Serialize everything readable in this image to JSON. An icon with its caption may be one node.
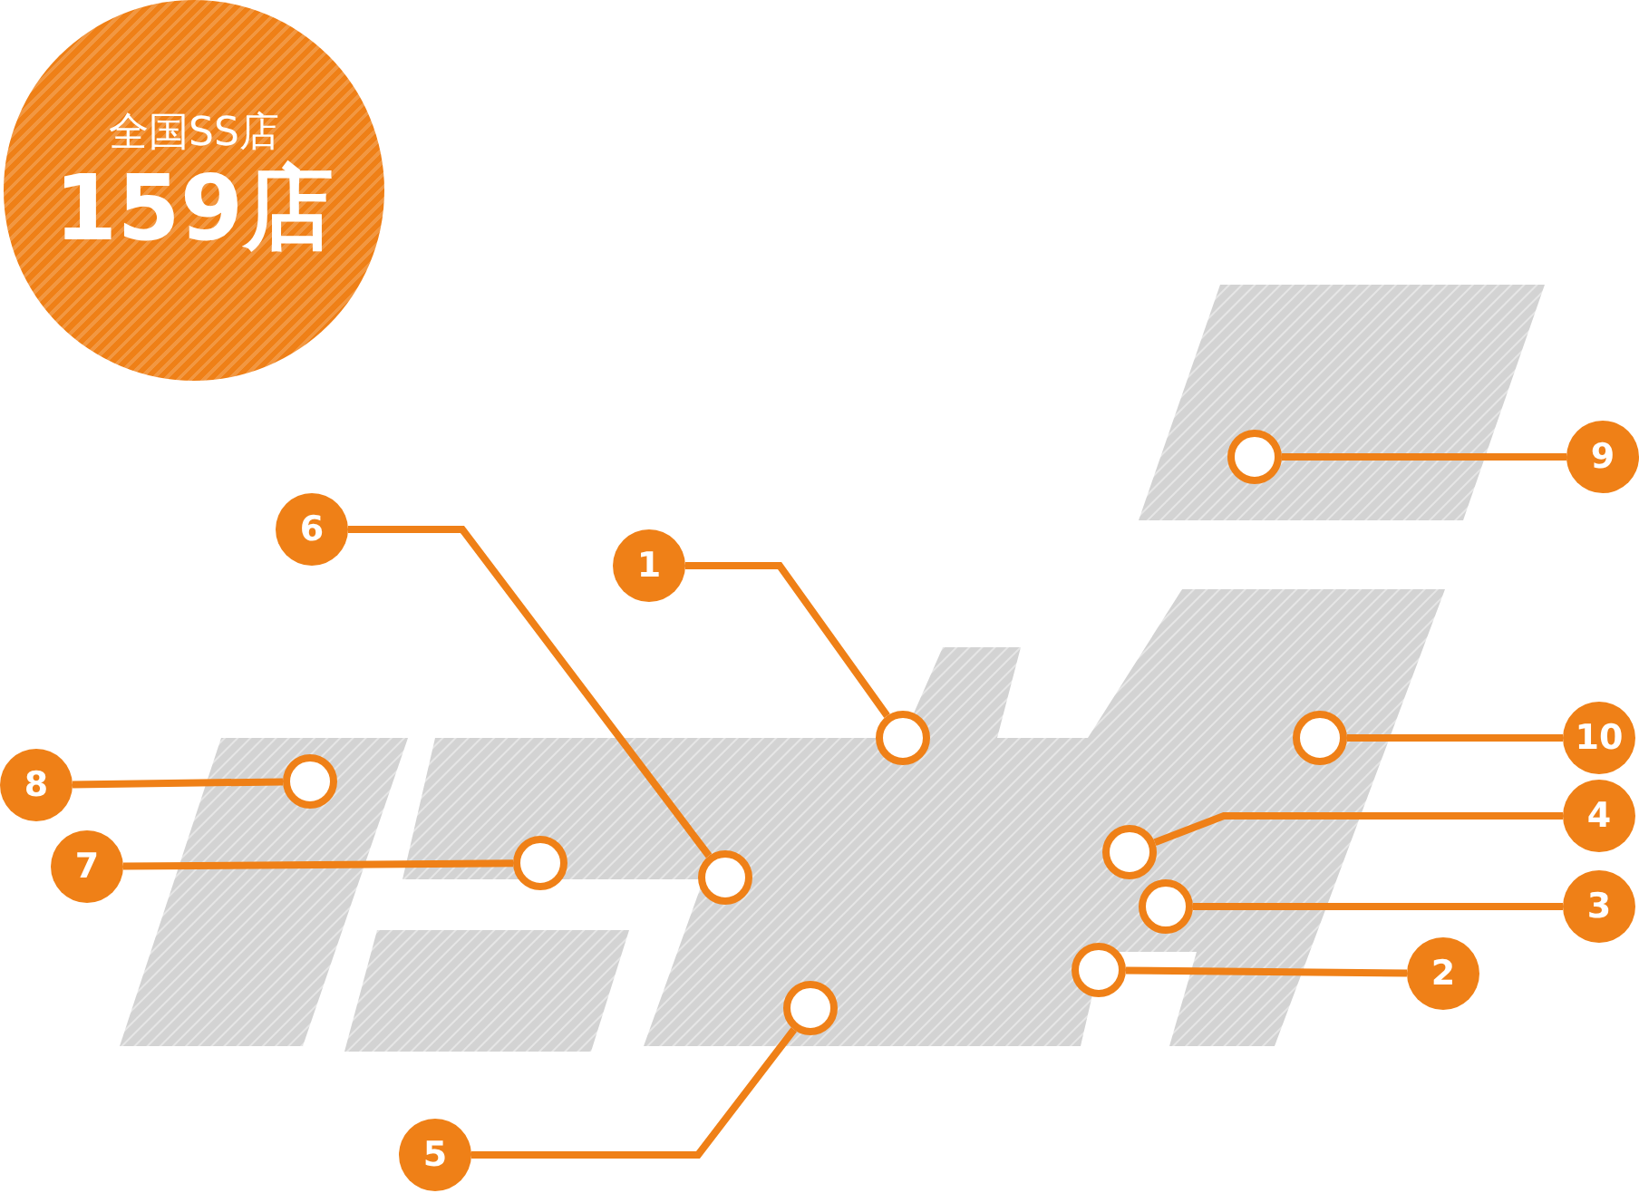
{
  "diagram": {
    "nodes": [
      {
        "text": [
          "全国SS店",
          "159店"
        ]
      },
      {
        "text": [
          "9"
        ]
      },
      {
        "text": [
          "6"
        ]
      },
      {
        "text": [
          "1"
        ]
      },
      {
        "text": [
          "10"
        ]
      },
      {
        "text": [
          "8"
        ]
      },
      {
        "text": [
          "4"
        ]
      },
      {
        "text": [
          "7"
        ]
      },
      {
        "text": [
          "3"
        ]
      },
      {
        "text": [
          "2"
        ]
      },
      {
        "text": [
          "5"
        ]
      },
      {
        "text": [],
        "shape": "circle"
      },
      {
        "text": [],
        "shape": "circle"
      },
      {
        "text": [],
        "shape": "circle"
      },
      {
        "text": [],
        "shape": "circle"
      },
      {
        "text": [],
        "shape": "circle"
      },
      {
        "text": [],
        "shape": "circle"
      },
      {
        "text": [],
        "shape": "circle"
      },
      {
        "text": [],
        "shape": "circle"
      },
      {
        "text": [],
        "shape": "circle"
      },
      {
        "text": [],
        "shape": "circle"
      }
    ],
    "edges": [
      {
        "from": 1,
        "to": 11,
        "arrow": "none"
      },
      {
        "from": 2,
        "to": 17,
        "arrow": "none"
      },
      {
        "from": 3,
        "to": 12,
        "arrow": "none"
      },
      {
        "from": 4,
        "to": 13,
        "arrow": "none"
      },
      {
        "from": 5,
        "to": 14,
        "arrow": "none"
      },
      {
        "from": 6,
        "to": 15,
        "arrow": "none"
      },
      {
        "from": 7,
        "to": 16,
        "arrow": "none"
      },
      {
        "from": 8,
        "to": 18,
        "arrow": "none"
      },
      {
        "from": 9,
        "to": 19,
        "arrow": "none"
      },
      {
        "from": 10,
        "to": 20,
        "arrow": "none"
      }
    ]
  }
}
